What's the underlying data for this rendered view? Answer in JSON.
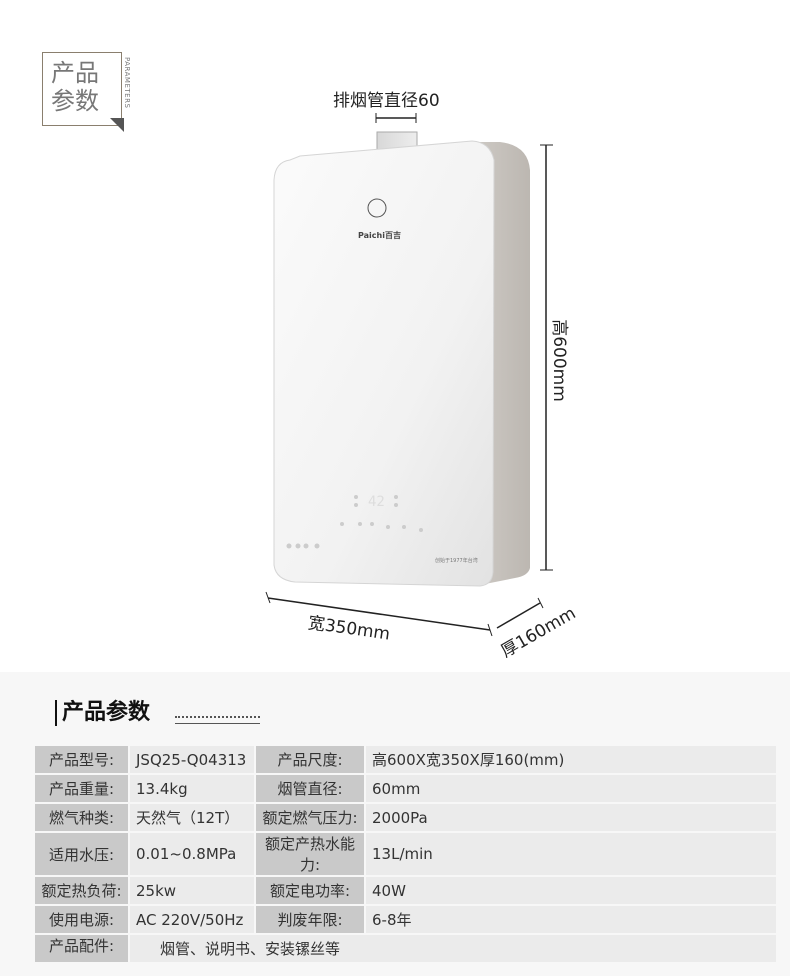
{
  "badge": {
    "title": "产品参数",
    "subtitle": "PARAMETERS"
  },
  "dimensions": {
    "pipe": "排烟管直径60",
    "height": "高600mm",
    "width": "宽350mm",
    "depth": "厚160mm"
  },
  "product": {
    "brand": "Paichi百吉",
    "display": "42",
    "slogan": "创始于1977年台湾"
  },
  "section": {
    "title": "产品参数"
  },
  "specs": [
    {
      "k1": "产品型号:",
      "v1": "JSQ25-Q04313",
      "k2": "产品尺度:",
      "v2": "高600X宽350X厚160(mm)"
    },
    {
      "k1": "产品重量:",
      "v1": "13.4kg",
      "k2": "烟管直径:",
      "v2": "60mm"
    },
    {
      "k1": "燃气种类:",
      "v1": "天然气（12T）",
      "k2": "额定燃气压力:",
      "v2": "2000Pa"
    },
    {
      "k1": "适用水压:",
      "v1": "0.01~0.8MPa",
      "k2": "额定产热水能力:",
      "v2": "13L/min"
    },
    {
      "k1": "额定热负荷:",
      "v1": "25kw",
      "k2": "额定电功率:",
      "v2": "40W"
    },
    {
      "k1": "使用电源:",
      "v1": "AC 220V/50Hz",
      "k2": "判废年限:",
      "v2": "6-8年"
    }
  ],
  "accessories": {
    "label": "产品配件:",
    "value": "烟管、说明书、安装镙丝等"
  }
}
